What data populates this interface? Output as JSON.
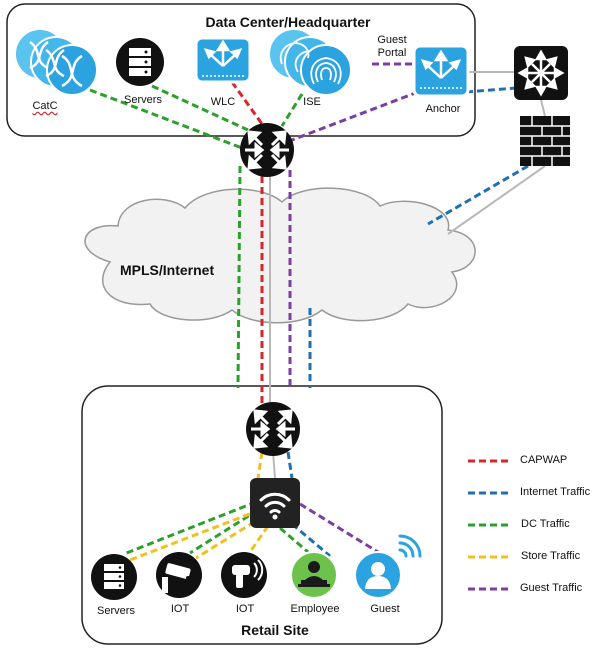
{
  "hq": {
    "title": "Data Center/Headquarter"
  },
  "retail": {
    "title": "Retail Site"
  },
  "cloud": {
    "label": "MPLS/Internet"
  },
  "nodes": {
    "catc": "CatC",
    "hq_servers": "Servers",
    "wlc": "WLC",
    "ise": "ISE",
    "guest_portal_line1": "Guest",
    "guest_portal_line2": "Portal",
    "anchor": "Anchor",
    "rs_servers": "Servers",
    "iot_camera": "IOT",
    "iot_scanner": "IOT",
    "employee": "Employee",
    "guest": "Guest"
  },
  "legend": [
    {
      "label": "CAPWAP",
      "color": "#d62728"
    },
    {
      "label": "Internet Traffic",
      "color": "#1f6fb5"
    },
    {
      "label": "DC Traffic",
      "color": "#2ca02c"
    },
    {
      "label": "Store Traffic",
      "color": "#f2c01e"
    },
    {
      "label": "Guest Traffic",
      "color": "#7b3fa0"
    }
  ],
  "colors": {
    "capwap": "#d62728",
    "internet": "#1f6fb5",
    "dc": "#2ca02c",
    "store": "#f2c01e",
    "guest": "#7b3fa0",
    "link": "#b8b8b8",
    "device_blue": "#2aa3e0",
    "device_green": "#6cc24a",
    "device_dark": "#1a1a1a"
  }
}
